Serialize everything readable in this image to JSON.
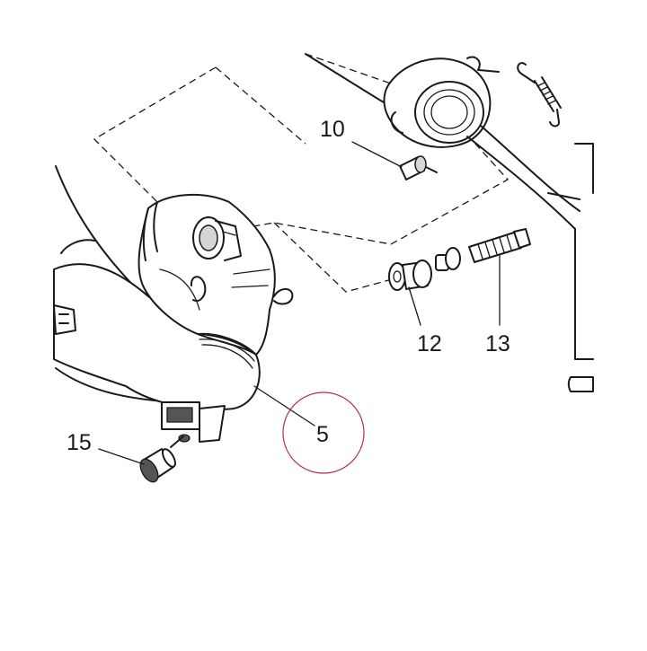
{
  "parts": [
    {
      "id": "callout-10",
      "label": "10"
    },
    {
      "id": "callout-12",
      "label": "12"
    },
    {
      "id": "callout-13",
      "label": "13"
    },
    {
      "id": "callout-5",
      "label": "5"
    },
    {
      "id": "callout-15",
      "label": "15"
    }
  ],
  "highlight": {
    "part": "5",
    "color": "#b03048"
  },
  "colors": {
    "line": "#1a1a1a",
    "background": "#ffffff"
  }
}
